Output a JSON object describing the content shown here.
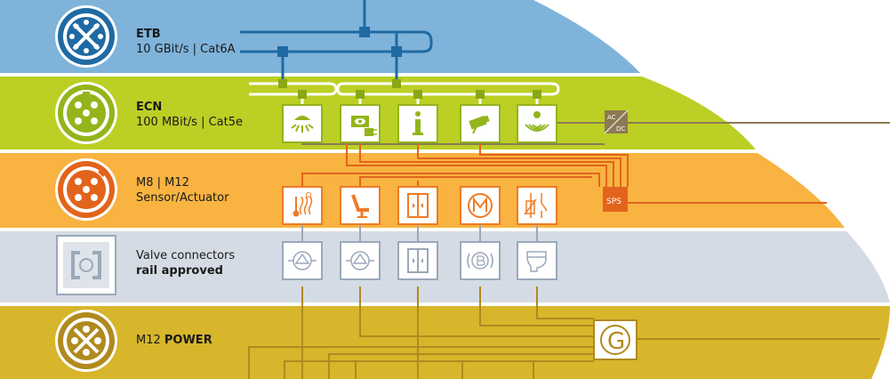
{
  "colors": {
    "etb_band": "#7fb3da",
    "ecn_band": "#bccf24",
    "sensor_band": "#f8b341",
    "valve_band": "#d5dbe4",
    "power_band": "#d8b62b",
    "etb_line": "#1f6aa3",
    "ecn_line": "#8aa814",
    "ecn_device": "#93b41a",
    "sensor_line": "#e2641c",
    "sensor_device": "#ee7b25",
    "valve_line": "#9aa8ba",
    "power_line": "#b08a1f",
    "dark_line": "#8c7a55"
  },
  "layers": [
    {
      "id": "etb",
      "title_bold": "ETB",
      "subtitle": "10 GBit/s | Cat6A",
      "icon": "ethernet-8pin-connector-icon"
    },
    {
      "id": "ecn",
      "title_bold": "ECN",
      "subtitle": "100 MBit/s | Cat5e",
      "icon": "ethernet-4pin-connector-icon"
    },
    {
      "id": "sensor",
      "title": "M8 | M12",
      "subtitle": "Sensor/Actuator",
      "icon": "m12-sensor-connector-icon"
    },
    {
      "id": "valve",
      "title": "Valve connectors",
      "subtitle_bold": "rail approved",
      "icon": "valve-connector-icon"
    },
    {
      "id": "power",
      "title": "M12 ",
      "title_bold": "POWER",
      "icon": "m12-power-connector-icon"
    }
  ],
  "ecn_devices": [
    "lighting-icon",
    "passenger-display-icon",
    "information-icon",
    "camera-icon",
    "wireless-signal-icon"
  ],
  "sensor_devices": [
    "temperature-climate-icon",
    "seat-icon",
    "door-icon",
    "motor-icon",
    "switch-relay-icon"
  ],
  "valve_devices": [
    "pump-icon",
    "pump-icon",
    "door-icon",
    "brake-icon",
    "toilet-icon"
  ],
  "converter": {
    "top": "AC",
    "bottom": "DC"
  },
  "plc": {
    "label": "SPS"
  },
  "generator": {
    "label": "G"
  }
}
